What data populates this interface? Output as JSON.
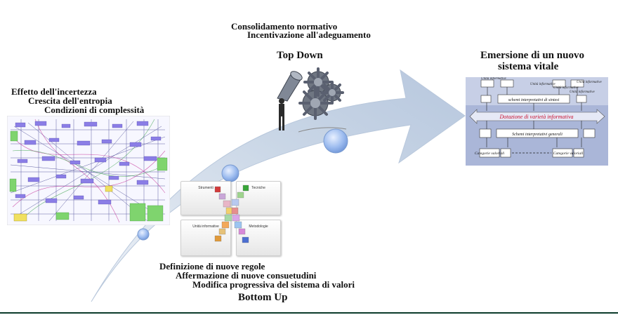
{
  "top": {
    "line1": "Consolidamento normativo",
    "line2": "Incentivazione all'adeguamento",
    "heading": "Top Down"
  },
  "left": {
    "line1": "Effetto dell'incertezza",
    "line2": "Crescita dell'entropia",
    "line3": "Condizioni di complessità"
  },
  "right": {
    "heading_line1": "Emersione di un nuovo",
    "heading_line2": "sistema vitale"
  },
  "bottom": {
    "line1": "Definizione di nuove regole",
    "line2": "Affermazione di nuove consuetudini",
    "line3": "Modifica progressiva del sistema di valori",
    "heading": "Bottom Up"
  },
  "tiles": {
    "top_left": "Strumenti",
    "top_right": "Tecniche",
    "bottom_left": "Unità informative",
    "bottom_right": "Metodologie"
  },
  "schema": {
    "unita1": "Unità informative",
    "unita2": "Unità informative",
    "unita3": "Unità informative",
    "unita4": "Unità informative",
    "unita5": "Unità informative",
    "schemi_sintesi": "schemi interpretativi di sintesi",
    "dotazione": "Dotazione di varietà informativa",
    "schemi_generali": "Schemi interpretativi generali",
    "categorie1": "Categorie valoriali",
    "categorie2": "Categorie valoriali"
  },
  "colors": {
    "arrow": "#c9d6e6",
    "bubble": "#8fb0e8",
    "schema_bg": "#aab6d8",
    "schema_band": "#e6e9f6",
    "dotazione_text": "#c8102e"
  }
}
